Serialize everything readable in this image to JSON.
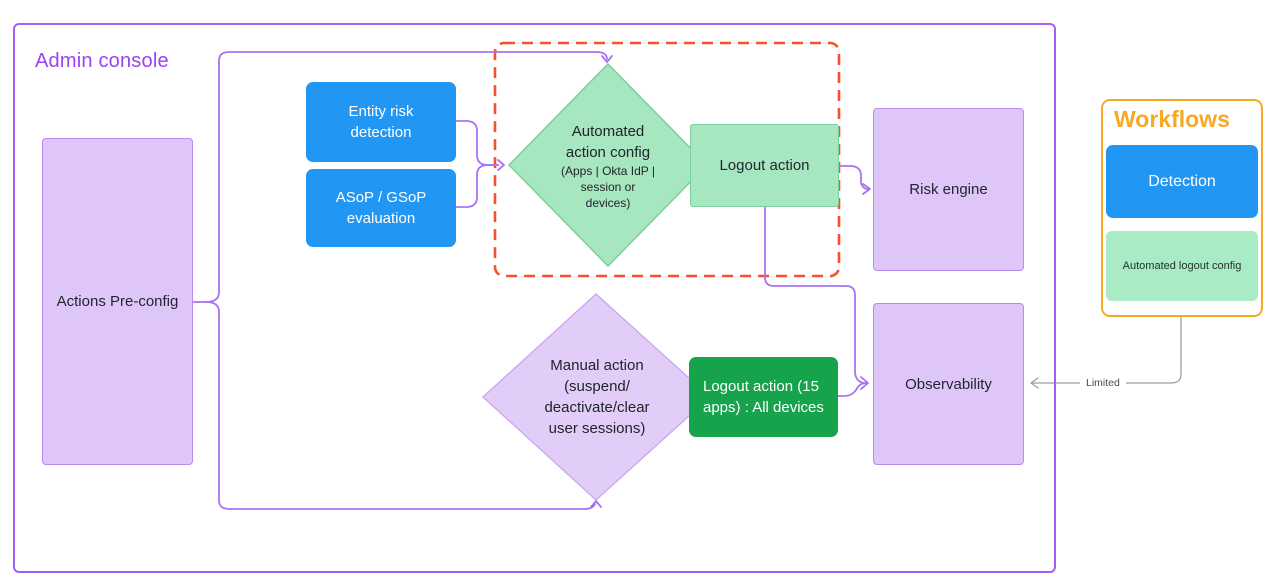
{
  "admin_console": {
    "title": "Admin console"
  },
  "workflows_panel": {
    "title": "Workflows",
    "detection": "Detection",
    "automated_logout_config": "Automated logout config"
  },
  "nodes": {
    "actions_preconfig": "Actions Pre-config",
    "entity_risk": {
      "lines": [
        "Entity risk",
        "detection"
      ]
    },
    "asop_gsop": {
      "lines": [
        "ASoP / GSoP",
        "evaluation"
      ]
    },
    "automated_action": {
      "title_lines": [
        "Automated",
        "action config"
      ],
      "detail_lines": [
        "(Apps | Okta IdP |",
        "session or",
        "devices)"
      ]
    },
    "logout_action": "Logout action",
    "risk_engine": "Risk engine",
    "manual_action": {
      "lines": [
        "Manual action",
        "(suspend/",
        "deactivate/clear",
        "user sessions)"
      ]
    },
    "logout_all_devices": {
      "lines": [
        "Logout action (15",
        "apps) : All devices"
      ]
    },
    "observability": "Observability"
  },
  "edges": {
    "limited": "Limited"
  },
  "colors": {
    "purple_outline": "#A35FF5",
    "purple_title": "#9B42F2",
    "lavender_fill": "#DEC7F8",
    "lavender_border": "#B98AF0",
    "blue_fill": "#2196F3",
    "light_green_fill": "#A7E7C0",
    "green_border": "#7BCF9B",
    "dark_green_fill": "#17A24C",
    "dashed_outline_red": "#F4512C",
    "orange": "#F9A826",
    "connector_purple": "#A873F2",
    "connector_gray": "#9E9E9E"
  }
}
